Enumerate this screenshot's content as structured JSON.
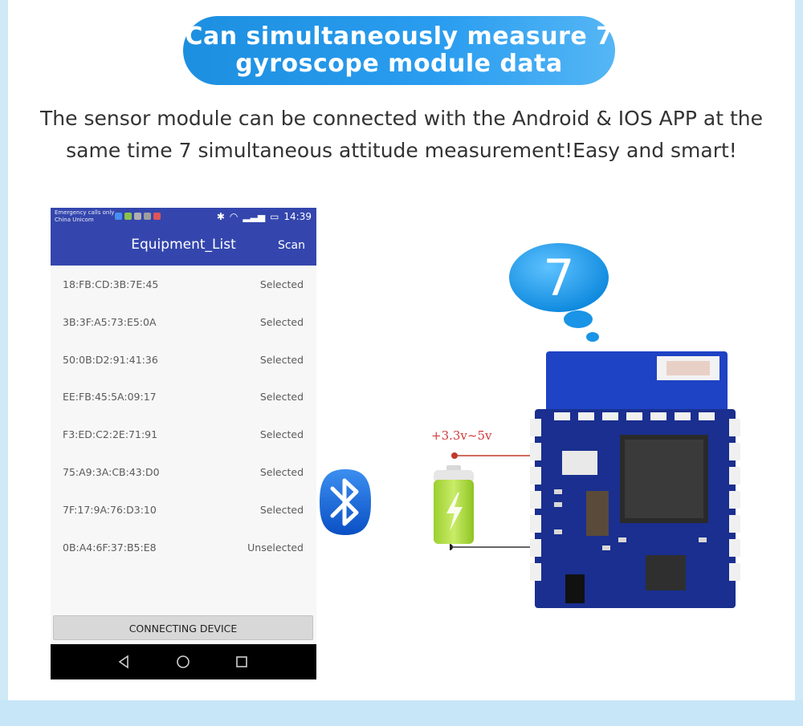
{
  "banner": {
    "line1": "Can simultaneously measure 7",
    "line2": "gyroscope module data"
  },
  "subtitle": {
    "line1": "The sensor module can be connected with the Android & IOS APP at the",
    "line2": "same time 7 simultaneous attitude measurement!Easy and smart!"
  },
  "phone": {
    "status": {
      "carrier1": "Emergency calls only",
      "carrier2": "China Unicom",
      "time": "14:39"
    },
    "appbar": {
      "title": "Equipment_List",
      "scan": "Scan"
    },
    "devices": [
      {
        "mac": "18:FB:CD:3B:7E:45",
        "state": "Selected"
      },
      {
        "mac": "3B:3F:A5:73:E5:0A",
        "state": "Selected"
      },
      {
        "mac": "50:0B:D2:91:41:36",
        "state": "Selected"
      },
      {
        "mac": "EE:FB:45:5A:09:17",
        "state": "Selected"
      },
      {
        "mac": "F3:ED:C2:2E:71:91",
        "state": "Selected"
      },
      {
        "mac": "75:A9:3A:CB:43:D0",
        "state": "Selected"
      },
      {
        "mac": "7F:17:9A:76:D3:10",
        "state": "Selected"
      },
      {
        "mac": "0B:A4:6F:37:B5:E8",
        "state": "Unselected"
      }
    ],
    "connect_button": "CONNECTING DEVICE"
  },
  "illustration": {
    "count": "7",
    "voltage": "+3.3v~5v"
  },
  "colors": {
    "banner": "#2a9df0",
    "appbar": "#3446ad",
    "pcb": "#1e3aa8",
    "voltage": "#d33a3a"
  }
}
